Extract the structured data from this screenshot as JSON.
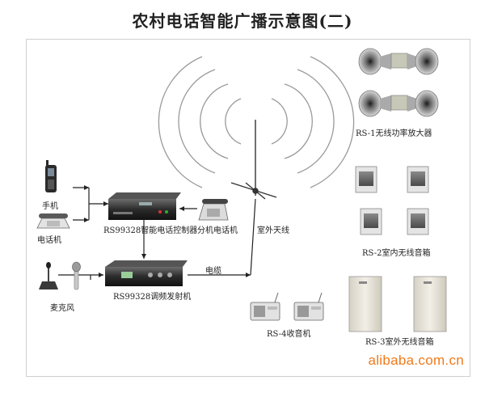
{
  "title": "农村电话智能广播示意图(二)",
  "labels": {
    "cellphone": "手机",
    "telephone": "电话机",
    "microphone": "麦克风",
    "controller": "RS99328智能电话控制器",
    "transmitter": "RS99328调频发射机",
    "extension_phone": "分机电话机",
    "outdoor_antenna": "室外天线",
    "cable": "电缆",
    "rs1": "RS-1无线功率放大器",
    "rs2": "RS-2室内无线音箱",
    "rs3": "RS-3室外无线音箱",
    "rs4": "RS-4收音机"
  },
  "watermark": "alibaba.com.cn",
  "colors": {
    "line": "#222222",
    "wave": "#9a9a9a",
    "watermark": "#f07a1a",
    "frame": "#cfcfcf"
  },
  "icons": [
    "cellphone-icon",
    "telephone-icon",
    "microphone-icon",
    "controller-device-icon",
    "transmitter-device-icon",
    "extension-phone-icon",
    "antenna-icon",
    "horn-speaker-icon",
    "indoor-speaker-icon",
    "outdoor-speaker-icon",
    "radio-icon"
  ]
}
